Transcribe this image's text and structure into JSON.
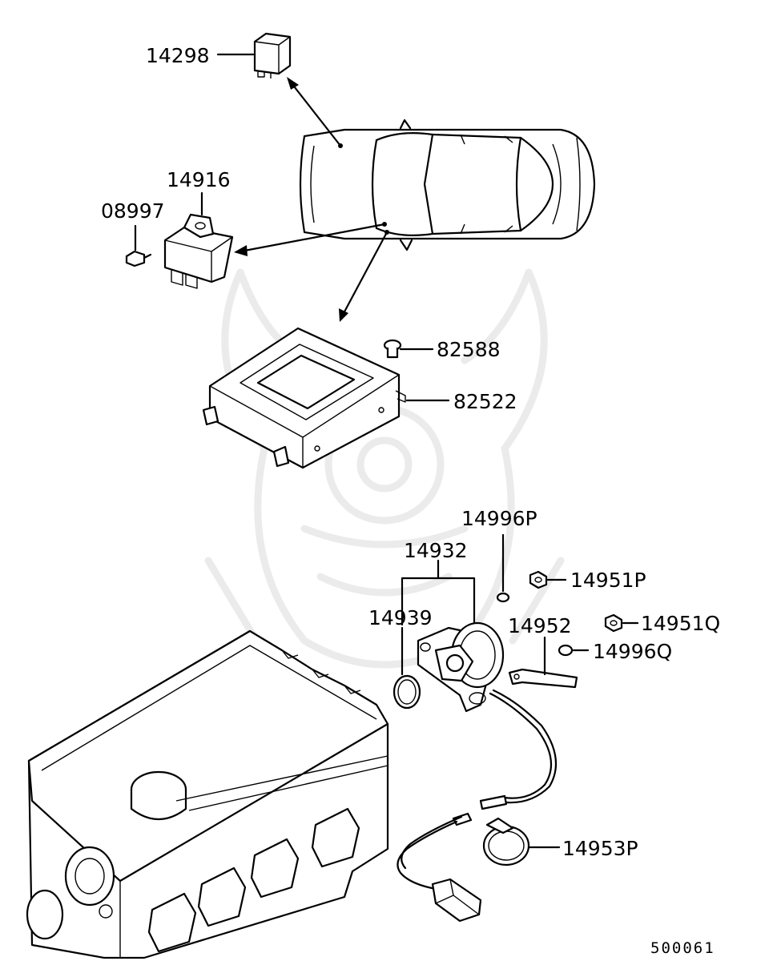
{
  "diagram": {
    "reference_number": "500061",
    "parts": [
      {
        "id": "relay-top",
        "number": "14298"
      },
      {
        "id": "module-bracket",
        "number": "14916"
      },
      {
        "id": "module-bolt",
        "number": "08997"
      },
      {
        "id": "ecu-screw",
        "number": "82588"
      },
      {
        "id": "ecu-box",
        "number": "82522"
      },
      {
        "id": "washer-p",
        "number": "14996P"
      },
      {
        "id": "sensor-assembly",
        "number": "14932"
      },
      {
        "id": "nut-p",
        "number": "14951P"
      },
      {
        "id": "o-ring",
        "number": "14939"
      },
      {
        "id": "bracket-strip",
        "number": "14952"
      },
      {
        "id": "nut-q",
        "number": "14951Q"
      },
      {
        "id": "washer-q",
        "number": "14996Q"
      },
      {
        "id": "hose-clamp",
        "number": "14953P"
      }
    ]
  }
}
